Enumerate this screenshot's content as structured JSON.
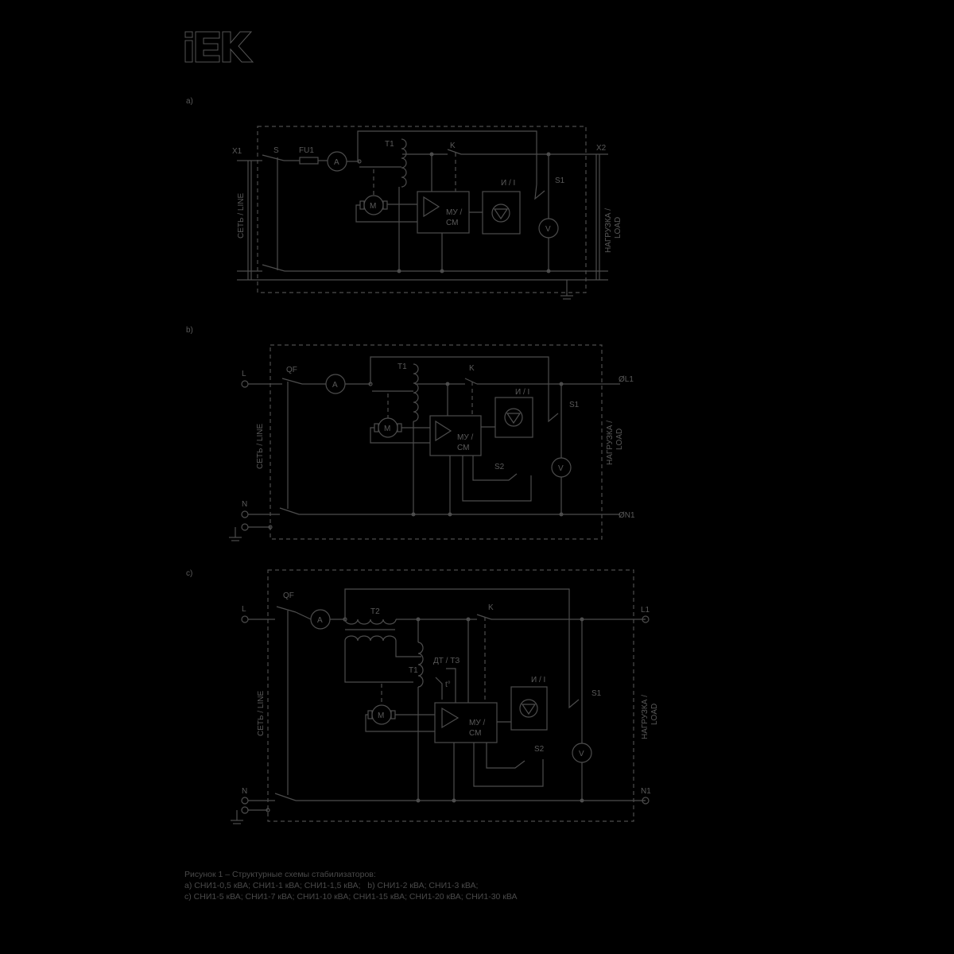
{
  "logo": "IEK",
  "colors": {
    "background": "#000000",
    "line": "#4d4d4d"
  },
  "diagram_a": {
    "label": "a)",
    "x1": "X1",
    "x2": "X2",
    "s": "S",
    "fu1": "FU1",
    "ammeter": "A",
    "t1": "T1",
    "k": "K",
    "motor": "M",
    "control": "МУ /",
    "control2": "СМ",
    "indicator": "И / I",
    "s1": "S1",
    "voltmeter": "V",
    "line_label": "СЕТЬ / LINE",
    "load_label": "НАГРУЗКА /",
    "load_label2": "LOAD"
  },
  "diagram_b": {
    "label": "b)",
    "l": "L",
    "n": "N",
    "qf": "QF",
    "ammeter": "A",
    "t1": "T1",
    "k": "K",
    "motor": "M",
    "control": "МУ /",
    "control2": "СМ",
    "indicator": "И / I",
    "s1": "S1",
    "s2": "S2",
    "voltmeter": "V",
    "l1": "ØL1",
    "n1": "ØN1",
    "line_label": "СЕТЬ / LINE",
    "load_label": "НАГРУЗКА /",
    "load_label2": "LOAD"
  },
  "diagram_c": {
    "label": "c)",
    "l": "L",
    "n": "N",
    "qf": "QF",
    "ammeter": "A",
    "t2": "T2",
    "t1": "T1",
    "k": "K",
    "sensor": "ДТ / ТЗ",
    "temp": "t°",
    "motor": "M",
    "control": "МУ /",
    "control2": "СМ",
    "indicator": "И / I",
    "s1": "S1",
    "s2": "S2",
    "voltmeter": "V",
    "l1": "L1",
    "n1": "N1",
    "line_label": "СЕТЬ / LINE",
    "load_label": "НАГРУЗКА /",
    "load_label2": "LOAD"
  },
  "caption": {
    "line1": "Рисунок 1 – Структурные схемы стабилизаторов:",
    "line2": "a) СНИ1-0,5 кВА; СНИ1-1 кВА; СНИ1-1,5 кВА;   b) СНИ1-2 кВА; СНИ1-3 кВА;",
    "line3": "c) СНИ1-5 кВА; СНИ1-7 кВА; СНИ1-10 кВА; СНИ1-15 кВА; СНИ1-20 кВА; СНИ1-30 кВА"
  }
}
